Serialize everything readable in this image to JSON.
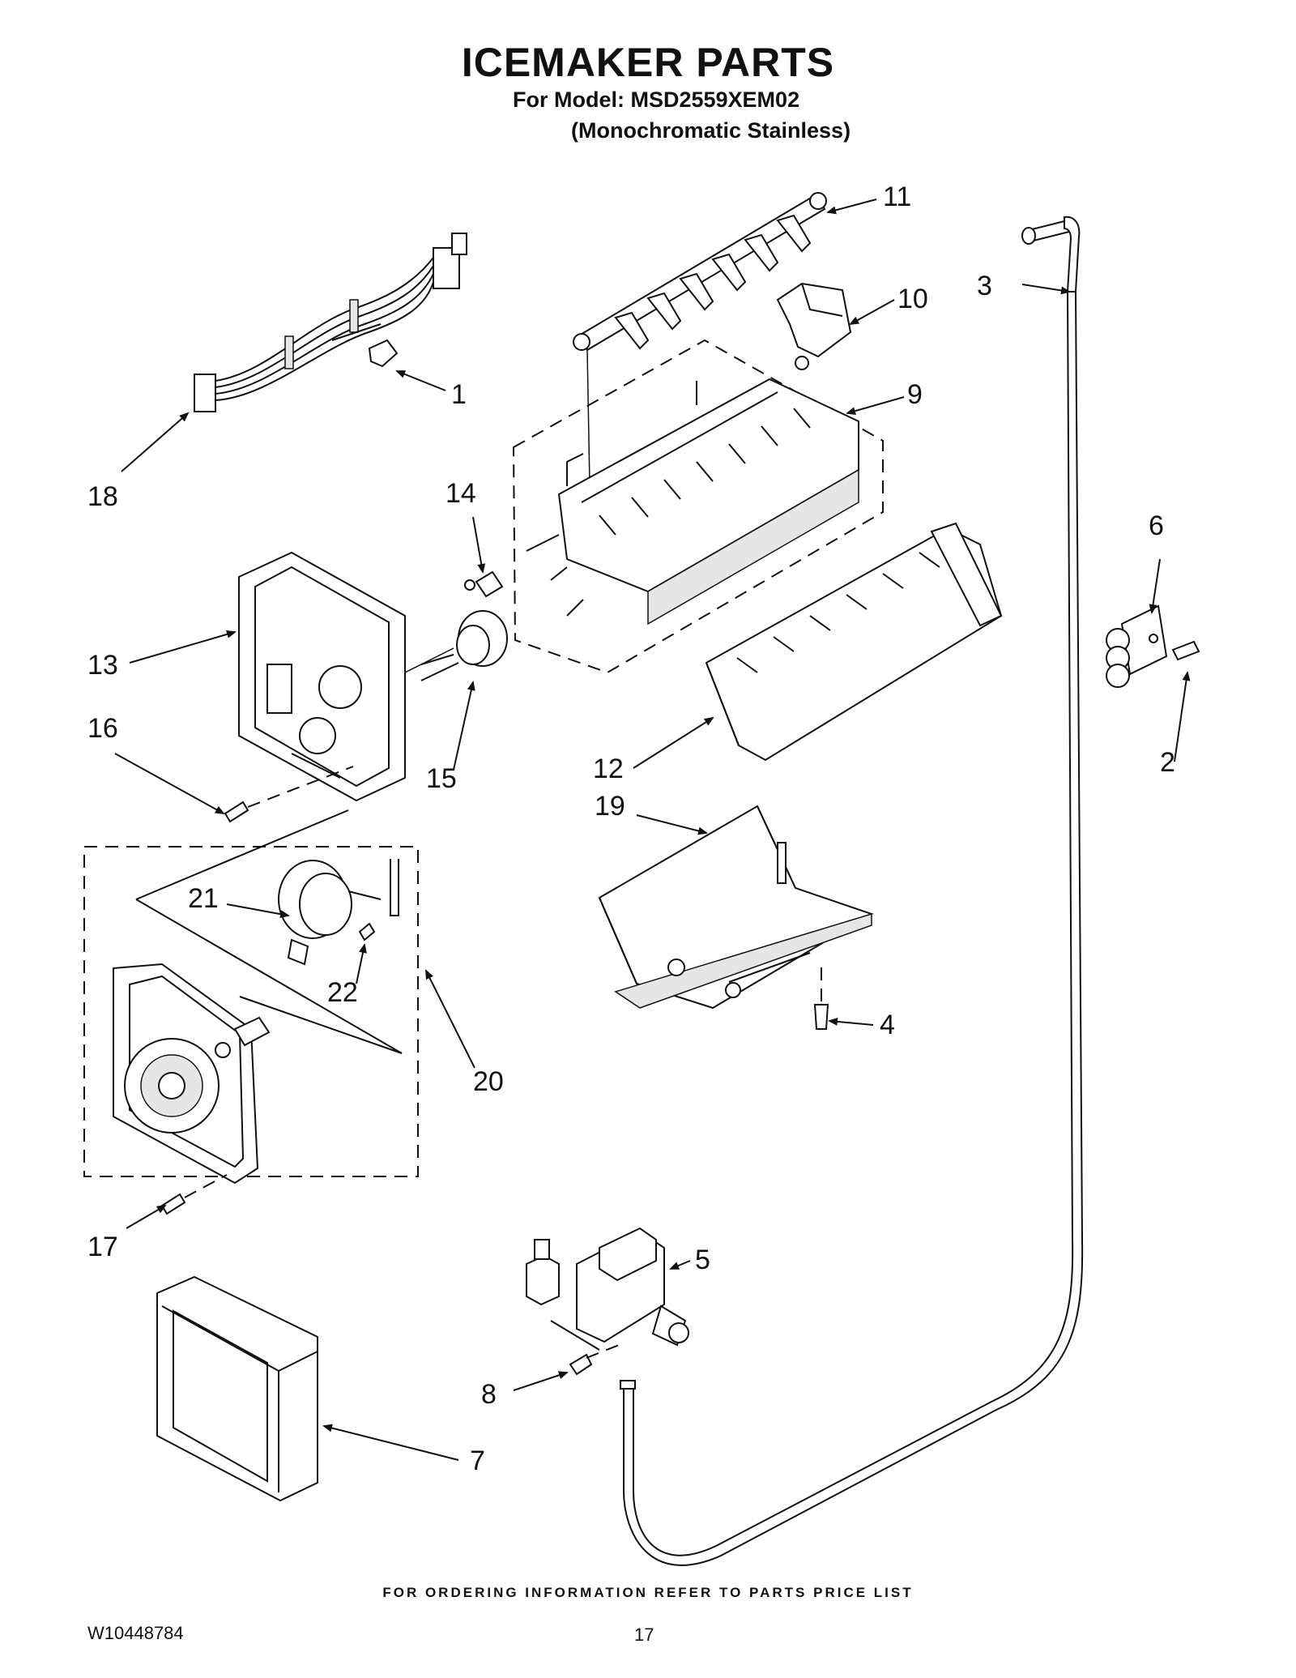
{
  "header": {
    "title": "ICEMAKER PARTS",
    "model_line": "For Model: MSD2559XEM02",
    "variant_line": "(Monochromatic Stainless)"
  },
  "callouts": {
    "c1": "1",
    "c2": "2",
    "c3": "3",
    "c4": "4",
    "c5": "5",
    "c6": "6",
    "c7": "7",
    "c8": "8",
    "c9": "9",
    "c10": "10",
    "c11": "11",
    "c12": "12",
    "c13": "13",
    "c14": "14",
    "c15": "15",
    "c16": "16",
    "c17": "17",
    "c18": "18",
    "c19": "19",
    "c20": "20",
    "c21": "21",
    "c22": "22"
  },
  "footer": {
    "note": "FOR ORDERING INFORMATION REFER TO PARTS PRICE LIST",
    "doc_id": "W10448784",
    "page_number": "17"
  }
}
